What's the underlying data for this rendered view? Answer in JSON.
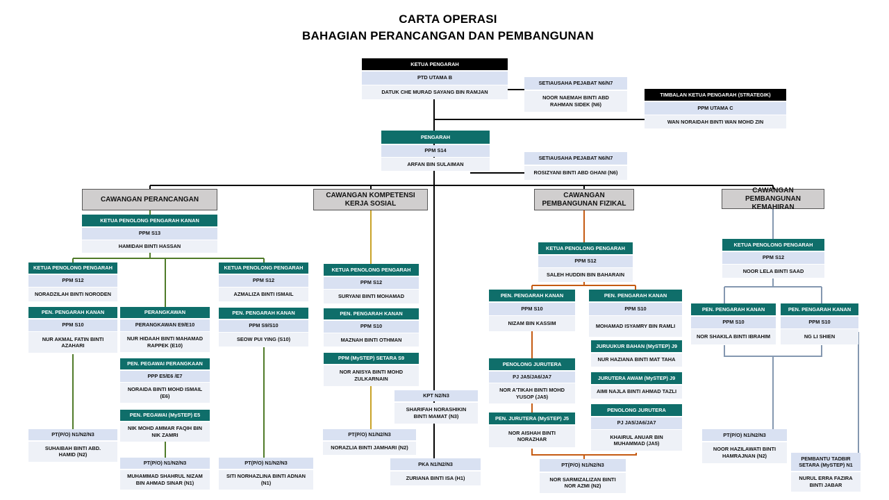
{
  "title": {
    "line1": "CARTA OPERASI",
    "line2": "BAHAGIAN PERANCANGAN DAN PEMBANGUNAN"
  },
  "branches": {
    "perancangan": "CAWANGAN PERANCANGAN",
    "kompetensi": "CAWANGAN KOMPETENSI KERJA SOSIAL",
    "fizikal": "CAWANGAN PEMBANGUNAN FIZIKAL",
    "kemahiran": "CAWANGAN PEMBANGUNAN KEMAHIRAN"
  },
  "colors": {
    "header_green": "#0f6e6a",
    "light_blue": "#d9e1f2",
    "branch_gray": "#d0cece",
    "line_green": "#4f7a28",
    "line_gold": "#c9a227",
    "line_orange": "#c55a11",
    "line_steel": "#8497b0"
  },
  "nodes": {
    "ketua": [
      "KETUA PENGARAH",
      "PTD UTAMA  B",
      "DATUK  CHE  MURAD  SAYANG  BIN  RAMJAN"
    ],
    "setia1": [
      "SETIAUSAHA  PEJABAT  N6/N7",
      "NOOR  NAEMAH  BINTI  ABD\nRAHMAN  SIDEK  (N6)"
    ],
    "timbalan": [
      "TIMBALAN  KETUA  PENGARAH  (STRATEGIK)",
      "PPM UTAMA  C",
      "WAN  NORAIDAH   BINTI  WAN  MOHD  ZIN"
    ],
    "pengarah": [
      "PENGARAH",
      "PPM   S14",
      "ARFAN  BIN  SULAIMAN"
    ],
    "setia2": [
      "SETIAUSAHA  PEJABAT  N6/N7",
      "ROSIZYANI  BINTI  ABD  GHANI  (N6)"
    ],
    "p_kpk": [
      "KETUA PENOLONG PENGARAH KANAN",
      "PPM S13",
      "HAMIDAH BINTI HASSAN"
    ],
    "p_kpp1": [
      "KETUA PENOLONG PENGARAH",
      "PPM S12",
      "NORADZILAH BINTI NORODEN"
    ],
    "p_ppk1": [
      "PEN.  PENGARAH  KANAN",
      "PPM S10",
      "NUR  AKMAL  FATIN  BINTI\nAZAHARI"
    ],
    "p_pt1": [
      "PT(P/O)  N1/N2/N3",
      "SUHAIBAH  BINTI  ABD.\nHAMID  (N2)"
    ],
    "p_perang": [
      "PERANGKAWAN",
      "PERANGKAWAN   E9/E10",
      "NUR  HIDAAH  BINTI  MAHAMAD\nRAPPEK  (E10)"
    ],
    "p_peg": [
      "PEN.  PEGAWAI  PERANGKAAN",
      "PPP  E5/E6 /E7",
      "NORAIDA  BINTI  MOHD  ISMAIL\n(E6)"
    ],
    "p_mystep": [
      "PEN.  PEGAWAI  (MySTEP)  E5",
      "NIK  MOHD  AMMAR  FAQIH  BIN\nNIK  ZAMRI"
    ],
    "p_pt2": [
      "PT(P/O)  N1/N2/N3",
      "MUHAMMAD  SHAHRUL  NIZAM\nBIN  AHMAD  SINAR  (N1)"
    ],
    "p_kpp2": [
      "KETUA PENOLONG PENGARAH",
      "PPM S12",
      "AZMALIZA  BINTI  ISMAIL"
    ],
    "p_ppk2": [
      "PEN.  PENGARAH  KANAN",
      "PPM  S9/S10",
      "SEOW  PUI  YING  (S10)"
    ],
    "p_pt3": [
      "PT(P/O)  N1/N2/N3",
      "SITI  NORHAZLINA  BINTI  ADNAN\n(N1)"
    ],
    "k_kpp": [
      "KETUA PENOLONG PENGARAH",
      "PPM S12",
      "SURYANI  BINTI  MOHAMAD"
    ],
    "k_pp": [
      "PEN.  PENGARAH  KANAN",
      "PPM S10",
      "MAZNAH  BINTI  OTHMAN"
    ],
    "k_mystep": [
      "PPM  (MySTEP)  SETARA  S9",
      "NOR  ANISYA  BINTI  MOHD\nZULKARNAIN"
    ],
    "k_pt": [
      "PT(P/O)  N1/N2/N3",
      "NORAZLIA  BINTI  JAMHARI  (N2)"
    ],
    "kpt": [
      "KPT  N2/N3",
      "SHARIFAH  NORASHIKIN\nBINTI  MAMAT  (N3)"
    ],
    "pka": [
      "PKA  N1/N2/N3",
      "ZURIANA  BINTI  ISA  (H1)"
    ],
    "f_kpp": [
      "KETUA PENOLONG PENGARAH",
      "PPM S12",
      "SALEH  HUDDIN  BIN  BAHARAIN"
    ],
    "f_ppk1": [
      "PEN.  PENGARAH  KANAN",
      "PPM S10",
      "NIZAM  BIN  KASSIM"
    ],
    "f_ppk2": [
      "PEN.  PENGARAH  KANAN",
      "PPM S10",
      "MOHAMAD  ISYAMRY  BIN  RAMLI"
    ],
    "f_juru": [
      "PENOLONG  JURUTERA",
      "PJ  JA5/JA6/JA7",
      "NOR  A'TIKAH  BINTI  MOHD\nYUSOP  (JA5)"
    ],
    "f_mystep": [
      "PEN.  JURUTERA  (MySTEP)  J5",
      "NOR  AISHAH  BINTI\nNORAZHAR"
    ],
    "f_bahan": [
      "JURUUKUR  BAHAN  (MySTEP)  J9",
      "NUR  HAZIANA  BINTI  MAT  TAHA"
    ],
    "f_awam": [
      "JURUTERA  AWAM  (MySTEP)  J9",
      "AIMI  NAJLA  BINTI  AHMAD  TAZLI"
    ],
    "f_juru2": [
      "PENOLONG  JURUTERA",
      "PJ  JA5/JA6/JA7",
      "KHAIRUL  ANUAR  BIN\nMUHAMMAD  (JA5)"
    ],
    "f_pt": [
      "PT(P/O)  N1/N2/N3",
      "NOR  SARMIZALIZAN  BINTI\nNOR  AZMI  (N2)"
    ],
    "m_kpp": [
      "KETUA PENOLONG PENGARAH",
      "PPM S12",
      "NOOR  LELA  BINTI  SAAD"
    ],
    "m_ppk1": [
      "PEN.  PENGARAH  KANAN",
      "PPM S10",
      "NOR  SHAKILA  BINTI  IBRAHIM"
    ],
    "m_ppk2": [
      "PEN.  PENGARAH   KANAN",
      "PPM S10",
      "NG  LI  SHIEN"
    ],
    "m_pt": [
      "PT(P/O)  N1/N2/N3",
      "NOOR  HAZILAWATI  BINTI\nHAMRAJNAN  (N2)"
    ],
    "m_tadbir": [
      "PEMBANTU  TADBIR\nSETARA  (MySTEP)  N1",
      "NURUL  ERRA  FAZIRA\nBINTI  JABAR"
    ]
  }
}
